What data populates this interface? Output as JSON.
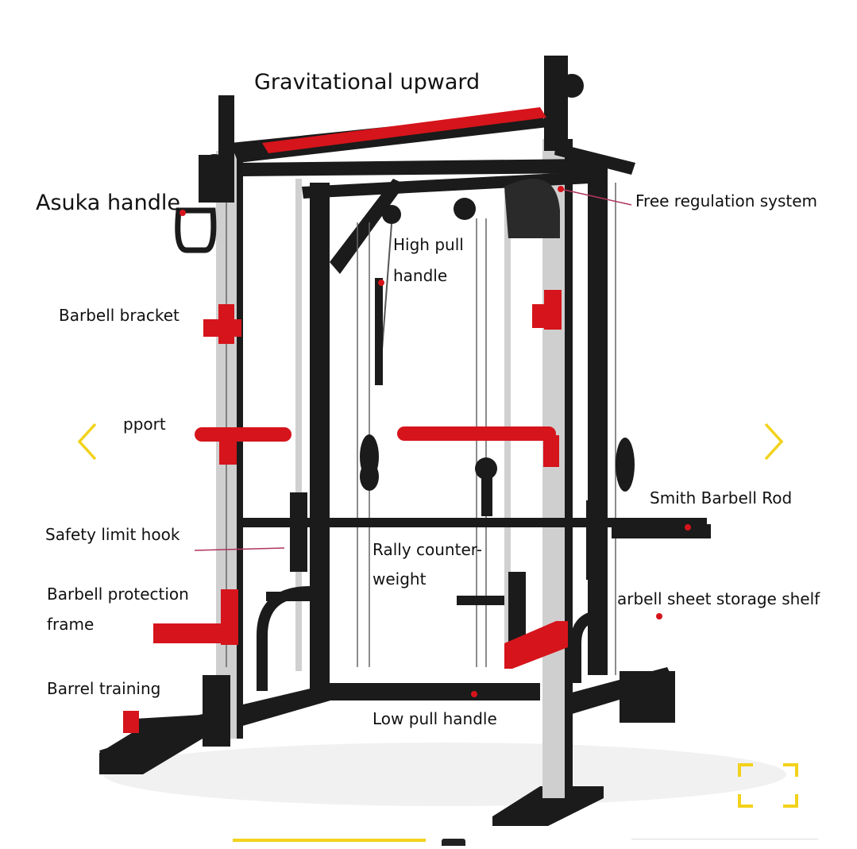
{
  "gallery": {
    "prev_icon": "chevron-left-icon",
    "next_icon": "chevron-right-icon",
    "fullscreen_icon": "fullscreen-icon",
    "accent_color": "#f2d21b"
  },
  "product_image": {
    "frame_color": "#151515",
    "accent_color": "#d6141b",
    "upright_color": "#c9c9c9",
    "labels": {
      "top": "Gravitational upward",
      "asuka": "Asuka handle",
      "free_regulation": "Free regulation system",
      "high_pull_1": "High pull",
      "high_pull_2": "handle",
      "barbell_bracket": "Barbell bracket",
      "support": "pport",
      "smith_rod": "Smith Barbell Rod",
      "safety_hook": "Safety limit hook",
      "rally_1": "Rally counter-",
      "rally_2": "weight",
      "protection_1": "Barbell protection",
      "protection_2": "frame",
      "sheet_shelf": "arbell sheet storage shelf",
      "barrel": "Barrel training",
      "low_pull": "Low pull handle"
    }
  }
}
